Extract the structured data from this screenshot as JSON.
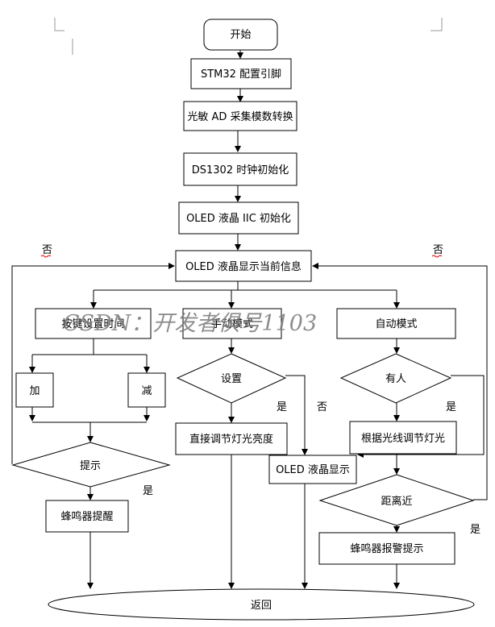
{
  "nodes": {
    "start": "开始",
    "stm32": "STM32 配置引脚",
    "ad": "光敏 AD 采集模数转换",
    "ds1302": "DS1302 时钟初始化",
    "oled_init": "OLED 液晶 IIC 初始化",
    "oled_info": "OLED 液晶显示当前信息",
    "key_set": "按键设置时间",
    "manual": "手动模式",
    "auto": "自动模式",
    "add": "加",
    "sub": "减",
    "set": "设置",
    "person": "有人",
    "direct": "直接调节灯光亮度",
    "oled_show": "OLED 液晶显示",
    "by_light": "根据光线调节灯光",
    "prompt": "提示",
    "near": "距离近",
    "buzz_remind": "蜂鸣器提醒",
    "buzz_alarm": "蜂鸣器报警提示",
    "return": "返回"
  },
  "labels": {
    "no_left": "否",
    "no_right": "否",
    "no_set": "否",
    "yes_set": "是",
    "yes_person": "是",
    "yes_prompt": "是",
    "yes_near": "是"
  },
  "watermark": "CSDN：开发者俱号1103"
}
